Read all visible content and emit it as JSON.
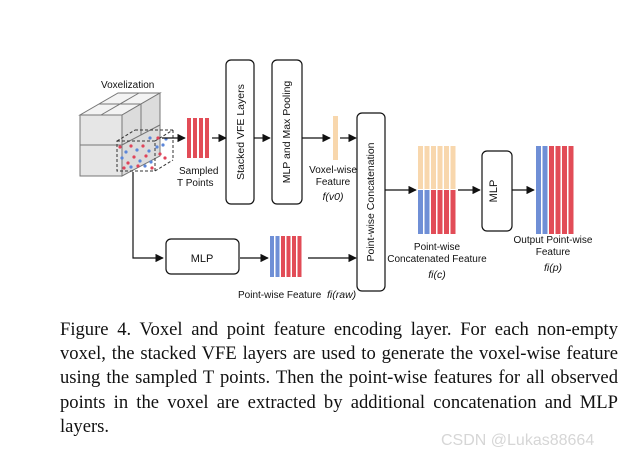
{
  "colors": {
    "red": "#e24c57",
    "blue": "#6f8fd6",
    "peach": "#f8d7ad",
    "line": "#111111",
    "dots_red": "#e0445a",
    "dots_blue": "#5b86d9"
  },
  "diagram": {
    "voxelization": "Voxelization",
    "sampled_line1": "Sampled",
    "sampled_line2": "T Points",
    "stacked_vfe": "Stacked VFE Layers",
    "mlp_maxpool": "MLP and Max Pooling",
    "voxelwise_line1": "Voxel-wise",
    "voxelwise_line2": "Feature",
    "voxelwise_symbol": "f(v0)",
    "pointwise_concat": "Point-wise Concatenation",
    "mlp_bottom": "MLP",
    "pointwise_feature": "Point-wise Feature",
    "pointwise_symbol": "fi(raw)",
    "concat_line1": "Point-wise",
    "concat_line2": "Concatenated Feature",
    "concat_symbol": "fi(c)",
    "mlp_right": "MLP",
    "output_line1": "Output Point-wise",
    "output_line2": "Feature",
    "output_symbol": "fi(p)"
  },
  "caption": "Figure 4. Voxel and point feature encoding layer. For each non-empty voxel, the stacked VFE layers are used to generate the voxel-wise feature using the sampled T points. Then the point-wise features for all observed points in the voxel are extracted by additional concatenation and MLP layers.",
  "watermark": "CSDN @Lukas88664"
}
